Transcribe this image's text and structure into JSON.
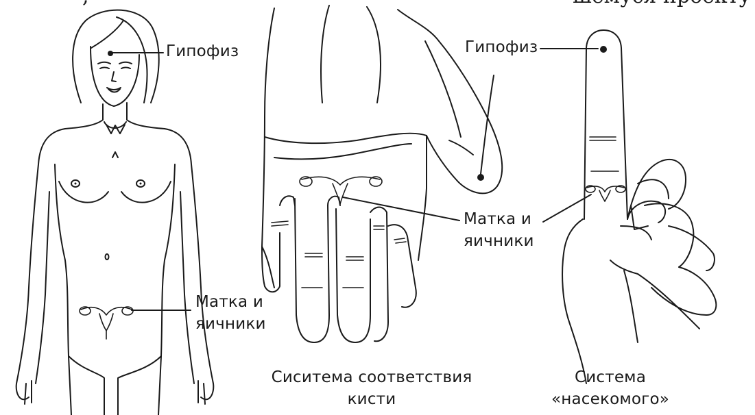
{
  "top_fragment": {
    "left": ", ",
    "right": "шемуся проекту мы"
  },
  "figures": {
    "body": {
      "pituitary_label": "Гипофиз",
      "uterus_label_line1": "Матка и",
      "uterus_label_line2": "яичники"
    },
    "hand": {
      "pituitary_label": "Гипофиз",
      "uterus_label_line1": "Матка и",
      "uterus_label_line2": "яичники",
      "caption_line1": "Сиситема соответствия",
      "caption_line2": "кисти"
    },
    "insect": {
      "caption_line1": "Система",
      "caption_line2": "«насекомого»"
    }
  }
}
